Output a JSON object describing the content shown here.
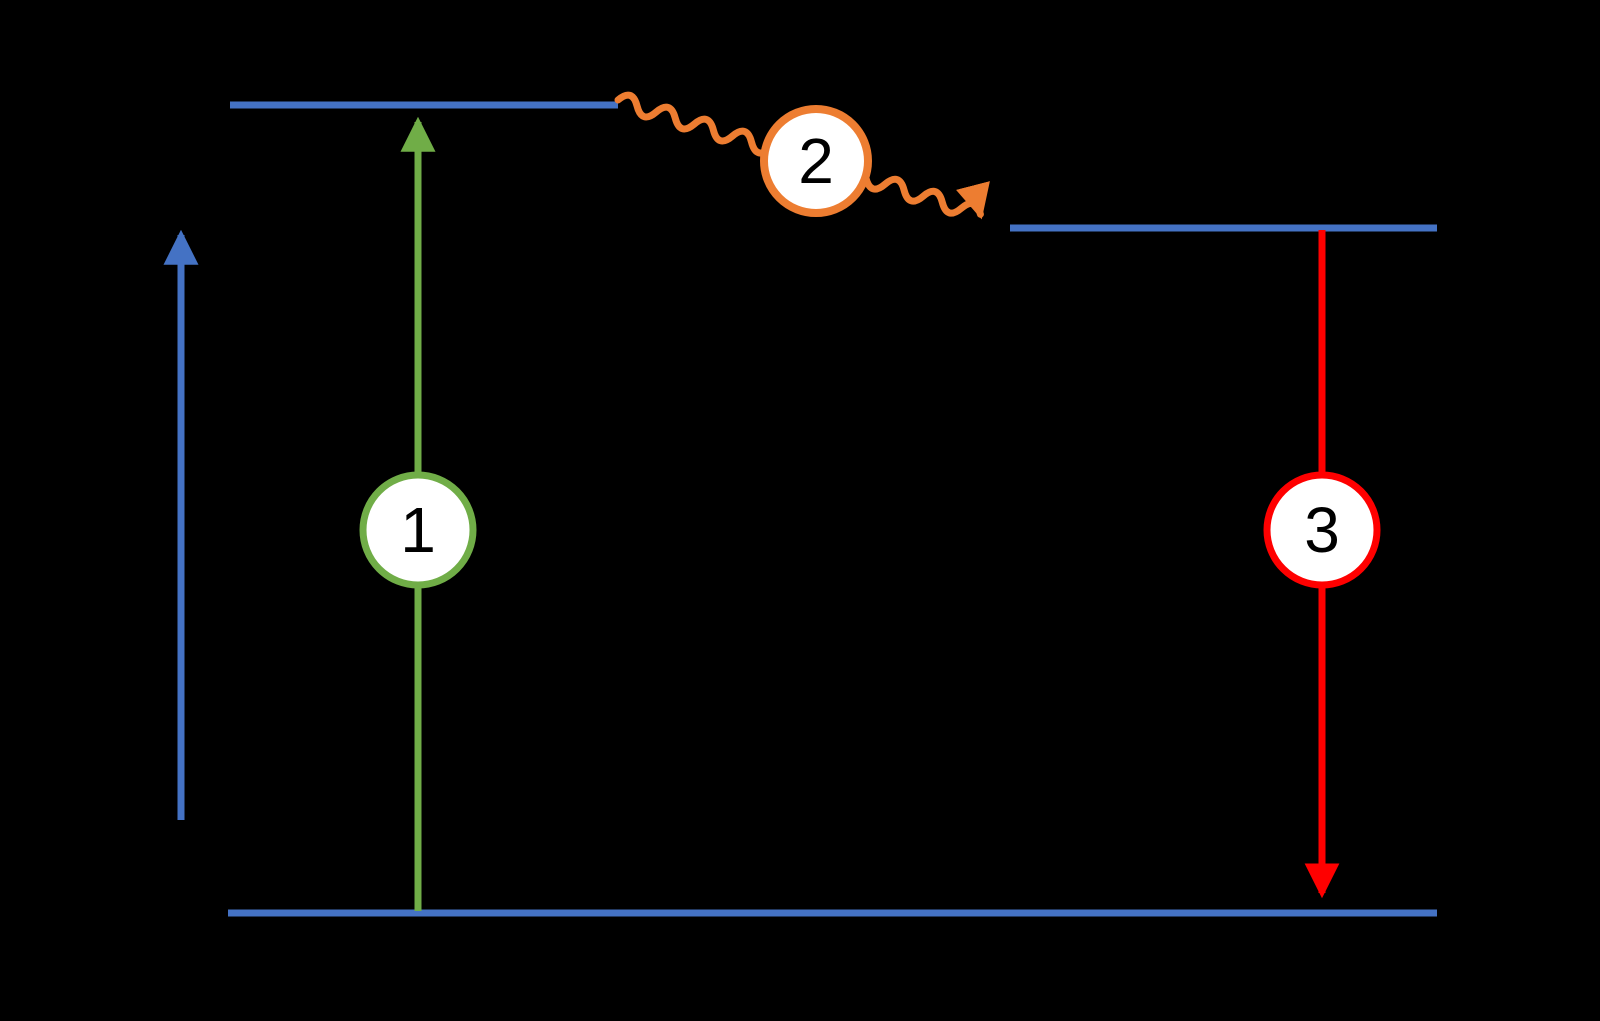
{
  "diagram": {
    "title": "energy-level-transition-diagram",
    "steps": [
      {
        "label": "1",
        "meaning": "upward-excitation-transition"
      },
      {
        "label": "2",
        "meaning": "wavy-nonradiative-decay-transition"
      },
      {
        "label": "3",
        "meaning": "downward-emission-transition"
      }
    ]
  },
  "colors": {
    "background": "#000000",
    "level-line": "#4472C4",
    "axis-arrow": "#4472C4",
    "step1": "#70AD47",
    "step2": "#ED7D31",
    "step3": "#FF0000",
    "badge-fill": "#FFFFFF",
    "badge-text": "#000000"
  }
}
